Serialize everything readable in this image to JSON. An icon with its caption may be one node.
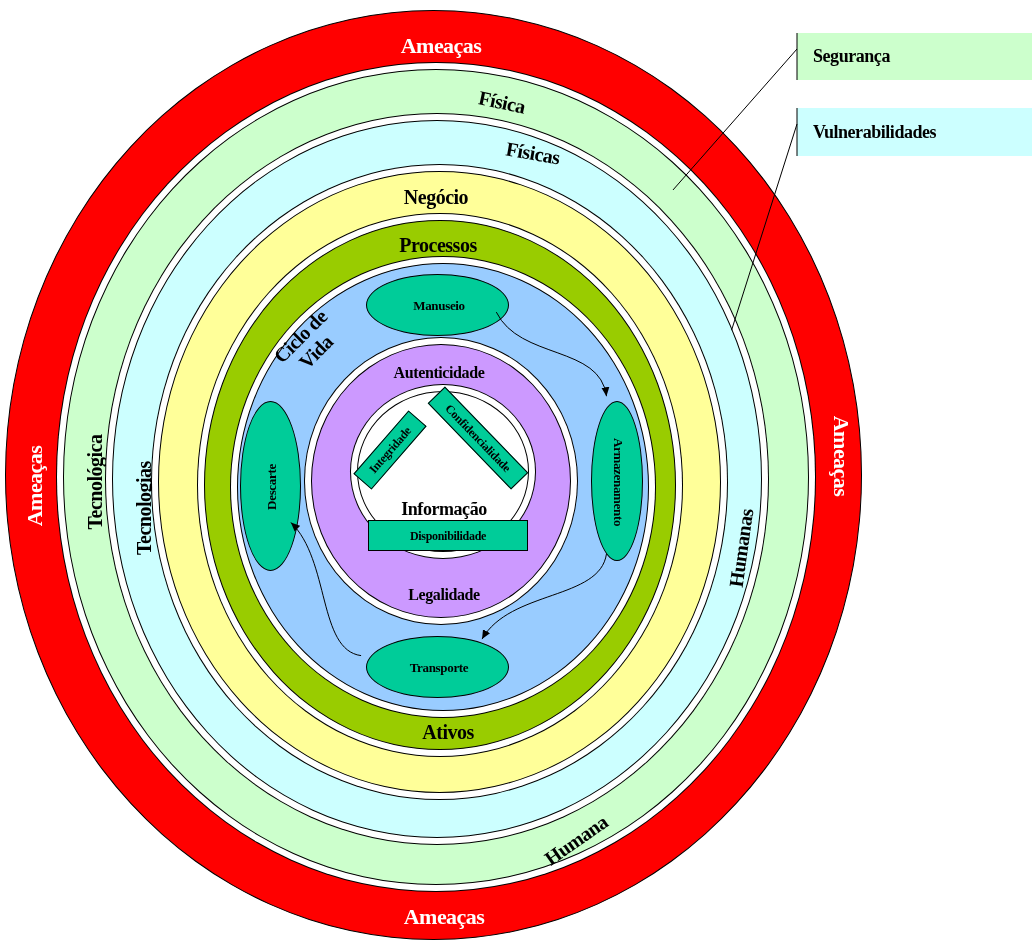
{
  "diagram": {
    "nodes": [
      {
        "text": [
          "Ameaças",
          "Ameaças",
          "Ameaças",
          "Ameaças"
        ]
      },
      {
        "text": [
          "Física",
          "Tecnológica",
          "Humana"
        ],
        "in": 0
      },
      {
        "text": [
          "Físicas",
          "Tecnologias",
          "Humanas"
        ],
        "in": 1
      },
      {
        "text": [
          "Negócio"
        ],
        "in": 2
      },
      {
        "text": [
          "Processos",
          "Ativos"
        ],
        "in": 3
      },
      {
        "text": [
          "Ciclo de Vida"
        ],
        "in": 4
      },
      {
        "text": [
          "Manuseio"
        ],
        "in": 5
      },
      {
        "text": [
          "Armazenamento"
        ],
        "in": 5
      },
      {
        "text": [
          "Transporte"
        ],
        "in": 5
      },
      {
        "text": [
          "Descarte"
        ],
        "in": 5
      },
      {
        "text": [
          "Autenticidade",
          "Legalidade"
        ],
        "in": 5
      },
      {
        "text": [
          "Informação"
        ],
        "in": 10
      },
      {
        "text": [
          "Integridade"
        ],
        "in": 11
      },
      {
        "text": [
          "Confidencialidade"
        ],
        "in": 11
      },
      {
        "text": [
          "Disponibilidade"
        ],
        "in": 11
      },
      {
        "text": [
          "Segurança"
        ]
      },
      {
        "text": [
          "Vulnerabilidades"
        ]
      }
    ],
    "edges": [
      {
        "from": 6,
        "to": 7,
        "arrow": "to"
      },
      {
        "from": 7,
        "to": 8,
        "arrow": "to"
      },
      {
        "from": 8,
        "to": 9,
        "arrow": "to"
      },
      {
        "from": 15,
        "to": 1,
        "arrow": "none"
      },
      {
        "from": 16,
        "to": 2,
        "arrow": "none"
      }
    ]
  }
}
